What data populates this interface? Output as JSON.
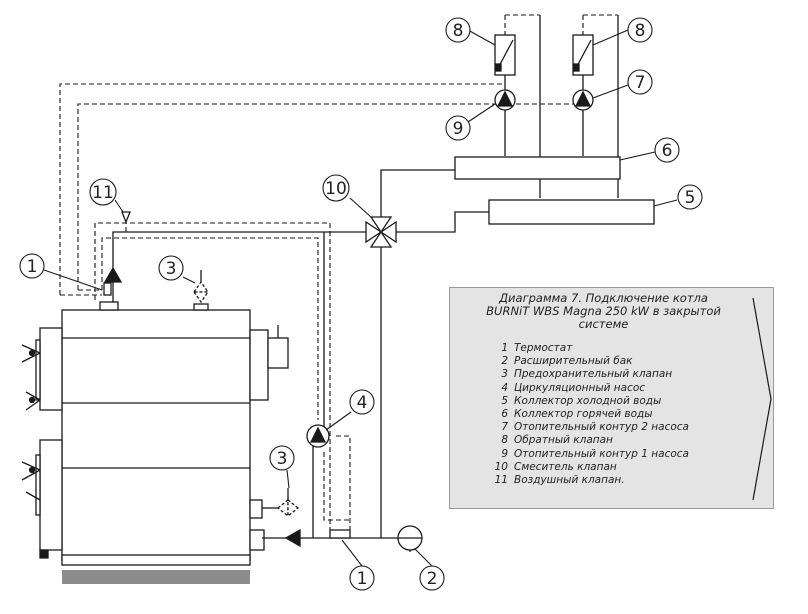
{
  "diagram": {
    "callouts": {
      "c1_top": "1",
      "c1_bottom": "1",
      "c2": "2",
      "c3_top": "3",
      "c3_side": "3",
      "c4": "4",
      "c5": "5",
      "c6": "6",
      "c7": "7",
      "c8_left": "8",
      "c8_right": "8",
      "c9": "9",
      "c10": "10",
      "c11": "11"
    },
    "colors": {
      "line": "#1a1a1a",
      "boiler_fill": "#ffffff",
      "base_fill": "#8c8c8c",
      "legend_bg": "#e4e4e4"
    }
  },
  "legend": {
    "title_lines": [
      "Диаграмма 7. Подключение котла",
      "BURNiT WBS Magna 250 kW в закрытой",
      "системе"
    ],
    "items": [
      {
        "num": "1",
        "text": "Термостат"
      },
      {
        "num": "2",
        "text": "Расширительный бак"
      },
      {
        "num": "3",
        "text": "Предохранительный клапан"
      },
      {
        "num": "4",
        "text": "Циркуляционный насос"
      },
      {
        "num": "5",
        "text": "Коллектор  холодной воды"
      },
      {
        "num": "6",
        "text": "Коллектор  горячей воды"
      },
      {
        "num": "7",
        "text": "Отопительный контур 2 насоса"
      },
      {
        "num": "8",
        "text": "Обратный клапан"
      },
      {
        "num": "9",
        "text": "Отопительный контур 1 насоса"
      },
      {
        "num": "10",
        "text": "Смеситель клапан"
      },
      {
        "num": "11",
        "text": "Воздушный клапан."
      }
    ]
  }
}
